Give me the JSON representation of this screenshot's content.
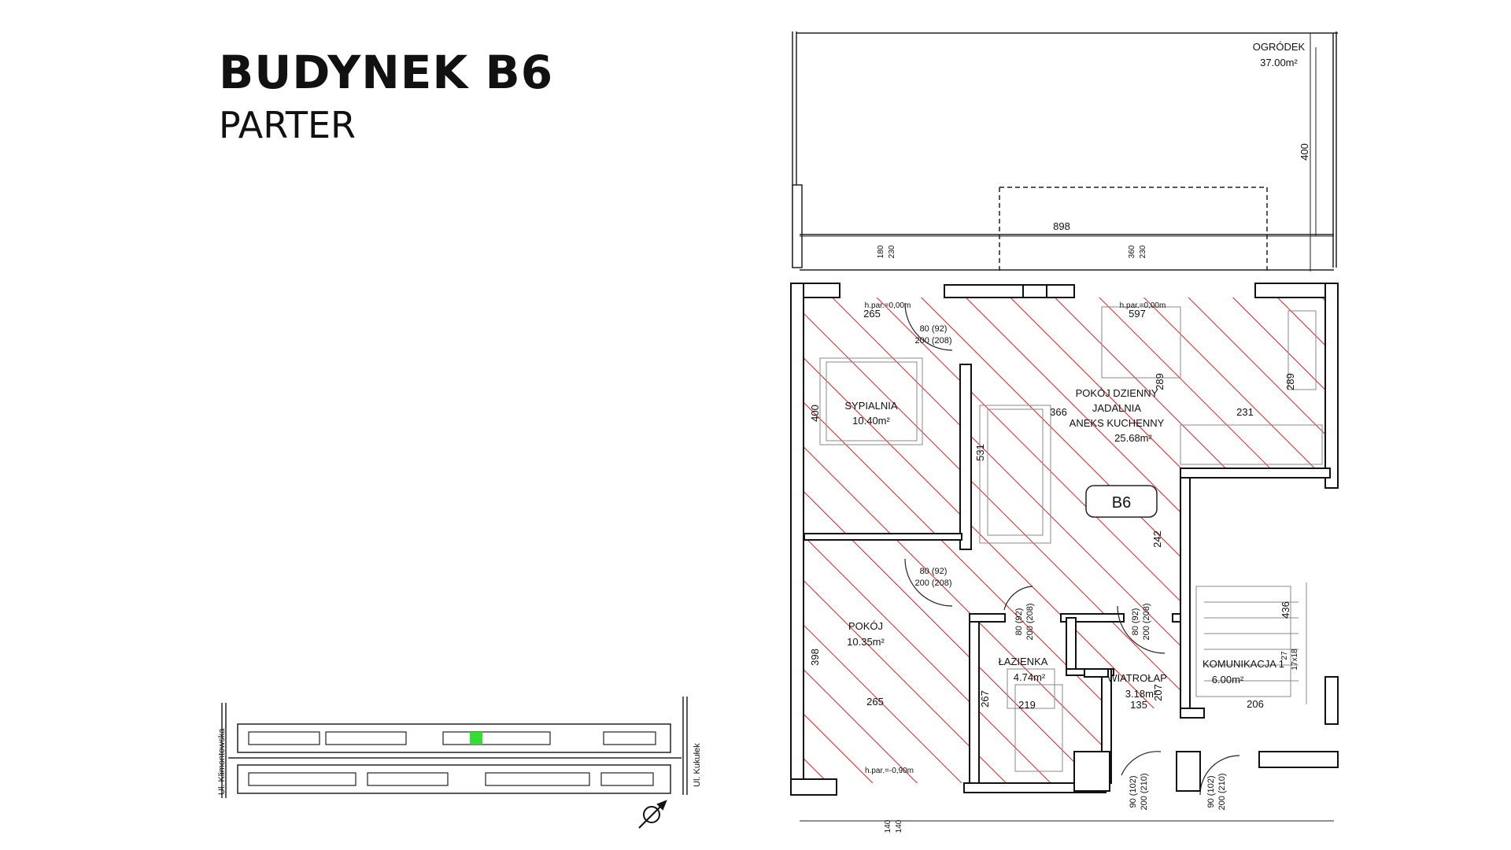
{
  "header": {
    "title": "BUDYNEK B6",
    "subtitle": "PARTER"
  },
  "site_plan": {
    "streets": [
      "Ul. Klimontowska",
      "Ul. Kukułek"
    ],
    "highlight_color": "#33dd33",
    "north_symbol": "north-arrow-icon"
  },
  "floor_plan": {
    "hatch_color": "#e02020",
    "rooms": [
      {
        "name": "OGRÓDEK",
        "area": "37.00m²"
      },
      {
        "name": "SYPIALNIA",
        "area": "10.40m²"
      },
      {
        "name": "POKÓJ DZIENNY",
        "name2": "JADALNIA",
        "name3": "ANEKS KUCHENNY",
        "area": "25.68m²"
      },
      {
        "name": "POKÓJ",
        "area": "10.35m²"
      },
      {
        "name": "ŁAZIENKA",
        "area": "4.74m²"
      },
      {
        "name": "WIATROŁAP",
        "area": "3.18m²"
      },
      {
        "name": "KOMUNIKACJA 1",
        "area": "6.00m²"
      }
    ],
    "unit_label": "B6",
    "dims": {
      "d898": "898",
      "d400": "400",
      "d180": "180",
      "d230a": "230",
      "d360": "360",
      "d230b": "230",
      "d265a": "265",
      "d597": "597",
      "d289a": "289",
      "d289b": "289",
      "d366": "366",
      "d231": "231",
      "d400b": "400",
      "d531": "531",
      "d242": "242",
      "d436": "436",
      "d398": "398",
      "d265b": "265",
      "d267": "267",
      "d219": "219",
      "d135": "135",
      "d206": "206",
      "d140a": "140",
      "d140b": "140",
      "d207": "207",
      "d27": "27",
      "d17x18": "17x18"
    },
    "levels": {
      "top": "h.par.=0,00m",
      "top2": "h.par.=0,00m",
      "bottom": "h.par.=-0,90m"
    },
    "doors": {
      "d1a": "80 (92)",
      "d1b": "200 (208)",
      "d2a": "80 (92)",
      "d2b": "200 (208)",
      "d3a": "80 (92)",
      "d3b": "200 (208)",
      "d4a": "80 (92)",
      "d4b": "200 (208)",
      "d5a": "90 (102)",
      "d5b": "200 (210)",
      "d6a": "90 (102)",
      "d6b": "200 (210)"
    }
  }
}
